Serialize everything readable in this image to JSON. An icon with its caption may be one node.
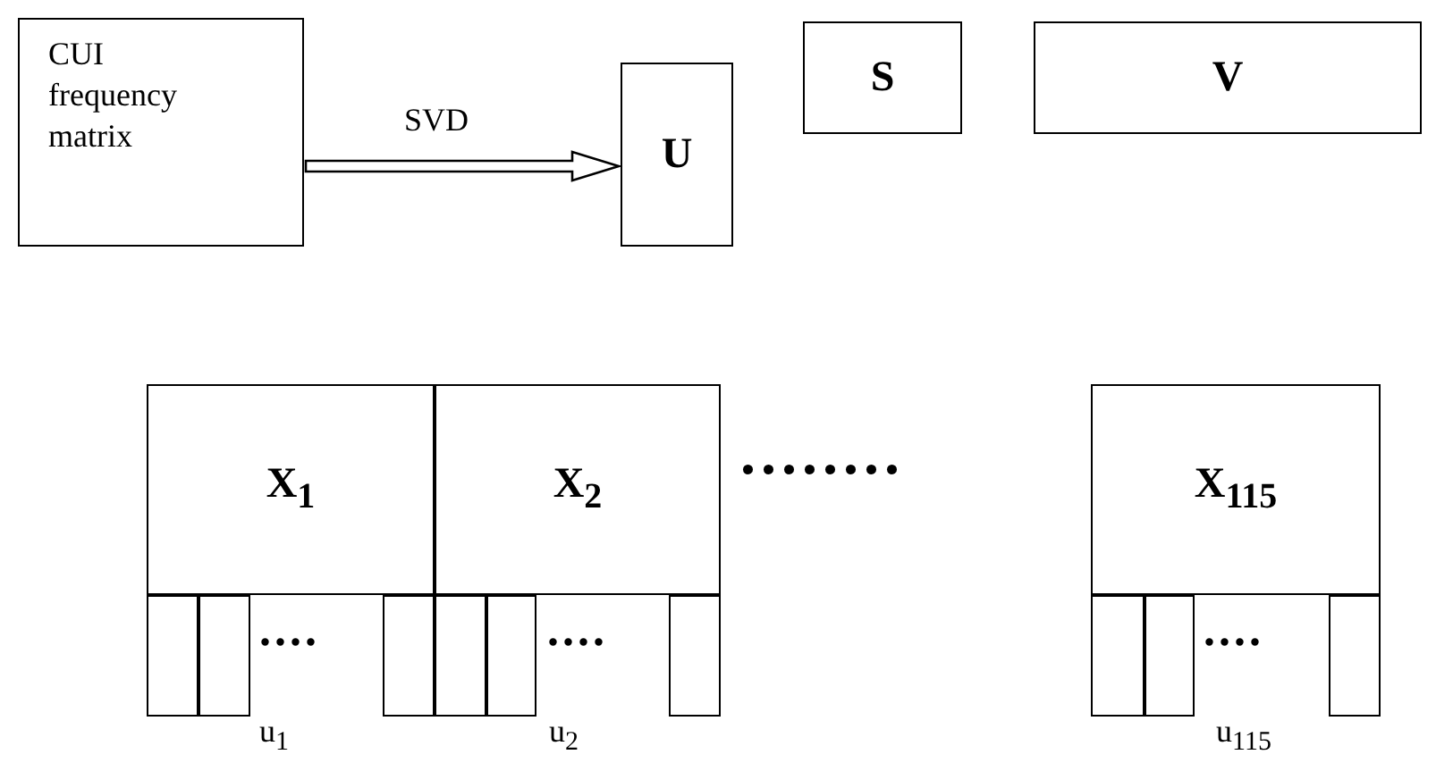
{
  "diagram": {
    "nodes": [
      {
        "text": [
          "CUI frequency matrix"
        ]
      },
      {
        "text": [
          "U"
        ]
      },
      {
        "text": [
          "S"
        ]
      },
      {
        "text": [
          "V"
        ]
      },
      {
        "text": [
          "X$_{1}$"
        ]
      },
      {
        "text": [
          "X$_{2}$"
        ]
      },
      {
        "text": [
          "X$_{115}$"
        ]
      },
      {
        "text": [],
        "shape": "box"
      },
      {
        "text": [],
        "shape": "box"
      },
      {
        "text": [],
        "shape": "box"
      },
      {
        "text": [],
        "shape": "box"
      },
      {
        "text": [],
        "shape": "box"
      },
      {
        "text": [],
        "shape": "box"
      },
      {
        "text": [],
        "shape": "box"
      },
      {
        "text": [],
        "shape": "box"
      },
      {
        "text": [],
        "shape": "box"
      }
    ],
    "edges": [
      {
        "from": 0,
        "to": 1,
        "arrow": "to",
        "label": "SVD"
      }
    ],
    "labels": [
      "........",
      "....",
      "....",
      "....",
      "u$_{1}$",
      "u$_{2}$",
      "u$_{115}$"
    ]
  }
}
